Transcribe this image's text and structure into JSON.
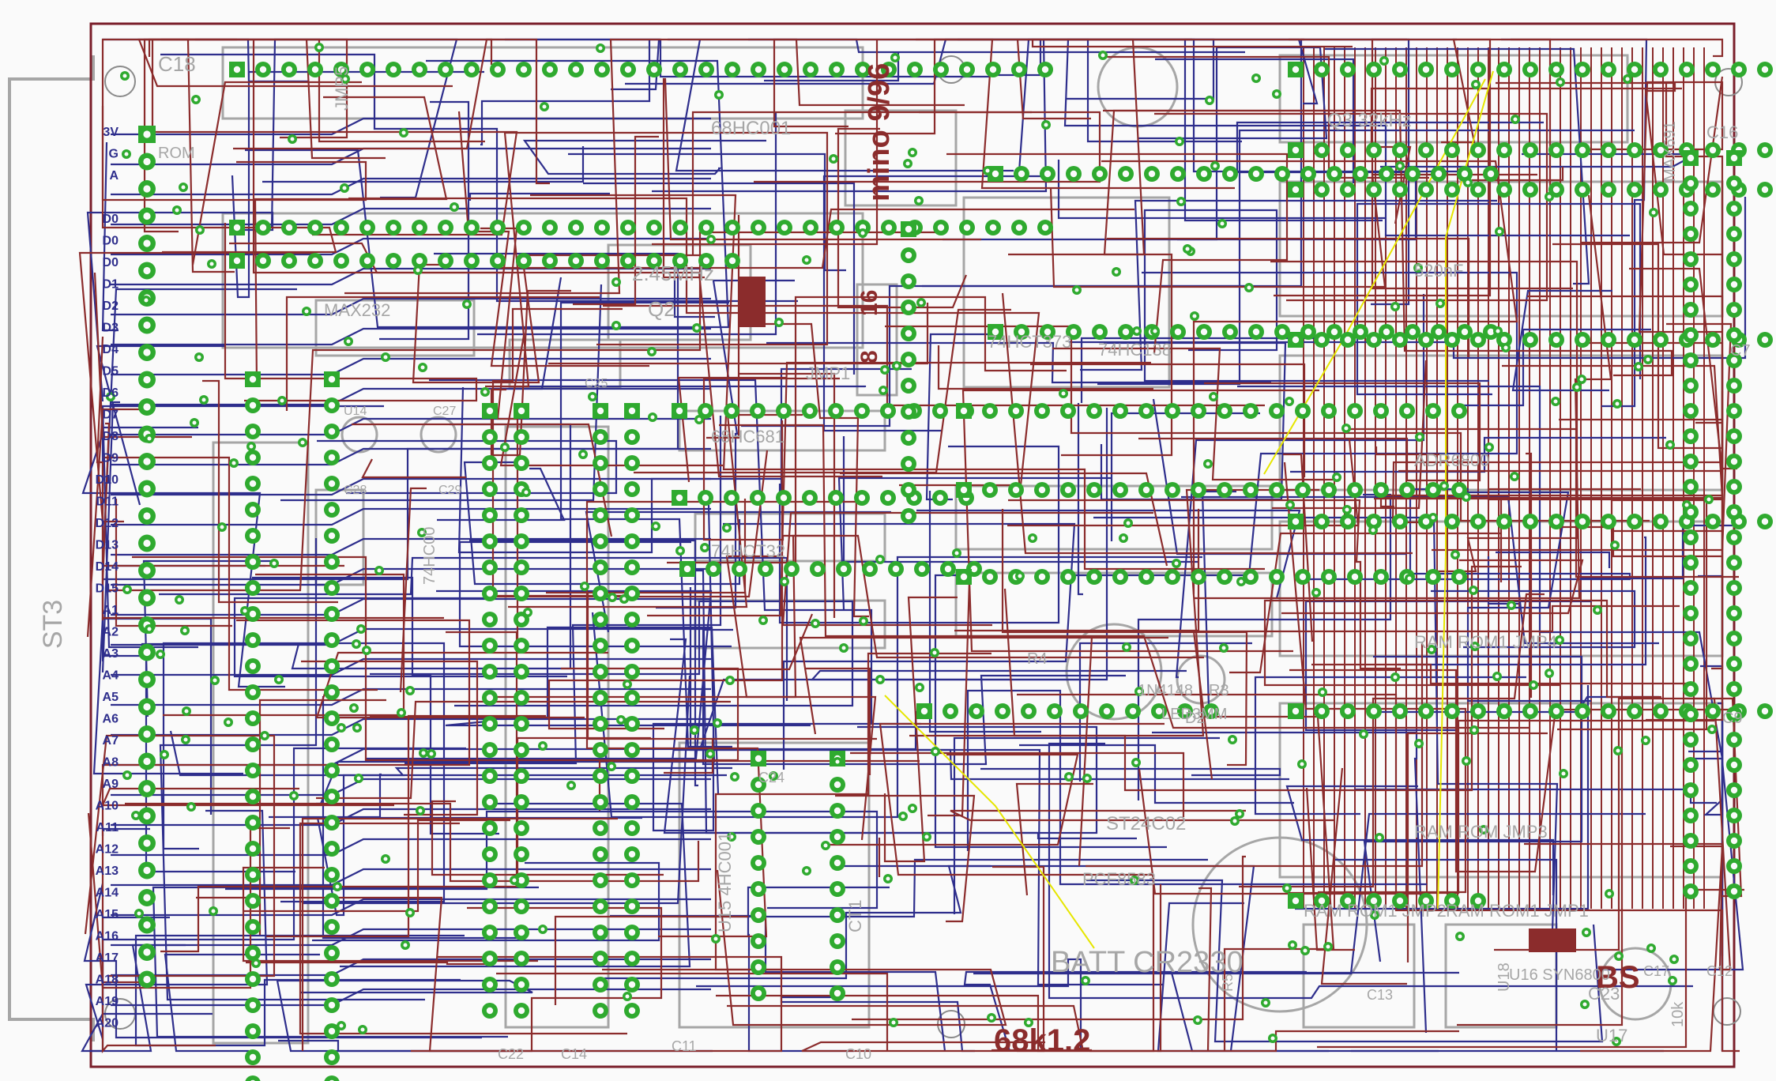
{
  "view": {
    "colors": {
      "background": "#fafafa",
      "board_outline": "#7a1e2a",
      "top_layer": "#8b2c2c",
      "bottom_layer": "#2e2e8c",
      "pad": "#2faa2f",
      "silkscreen": "#a6a6a6",
      "airwire": "#e6e600"
    }
  },
  "connector": {
    "name": "ST3"
  },
  "board": {
    "title": "68k1.2",
    "date_note": "mino 9/96",
    "bit_select": [
      "8",
      "16"
    ],
    "battery": "BATT CR2330",
    "batt_label": "BS"
  },
  "edge_labels": [
    "3V",
    "G",
    "A",
    "",
    "D0",
    "D0",
    "D0",
    "D1",
    "D2",
    "D3",
    "D4",
    "D5",
    "D6",
    "D7",
    "D8",
    "D9",
    "D10",
    "D11",
    "D12",
    "D13",
    "D14",
    "D15",
    "A1",
    "A2",
    "A3",
    "A4",
    "A5",
    "A6",
    "A7",
    "A8",
    "A9",
    "A10",
    "A11",
    "A12",
    "A13",
    "A14",
    "A15",
    "A16",
    "A17",
    "A18",
    "A19",
    "A20"
  ],
  "components": [
    {
      "name": "C18"
    },
    {
      "name": "JMP5"
    },
    {
      "name": "68HC001"
    },
    {
      "name": "2.45MHz"
    },
    {
      "name": "Q2"
    },
    {
      "name": "JMP1"
    },
    {
      "name": "68HC681"
    },
    {
      "name": "MAX232"
    },
    {
      "name": "74HCT32"
    },
    {
      "name": "74HCT373"
    },
    {
      "name": "74HC138"
    },
    {
      "name": "74HC00"
    },
    {
      "name": "U14"
    },
    {
      "name": "C28"
    },
    {
      "name": "C29"
    },
    {
      "name": "C27"
    },
    {
      "name": "C25"
    },
    {
      "name": "C24"
    },
    {
      "name": "C22"
    },
    {
      "name": "C14"
    },
    {
      "name": "C11"
    },
    {
      "name": "C10"
    },
    {
      "name": "C13"
    },
    {
      "name": "C16"
    },
    {
      "name": "C7"
    },
    {
      "name": "C9"
    },
    {
      "name": "C12"
    },
    {
      "name": "C17"
    },
    {
      "name": "C23"
    },
    {
      "name": "CT1"
    },
    {
      "name": "U15 4HC001"
    },
    {
      "name": "U16 SYN6800"
    },
    {
      "name": "U18"
    },
    {
      "name": "U17"
    },
    {
      "name": "Q3 32kHz"
    },
    {
      "name": "520nF"
    },
    {
      "name": "ADR6800"
    },
    {
      "name": "RAM ROM1 JMP4"
    },
    {
      "name": "RAM ROM JMP3"
    },
    {
      "name": "RAM ROM1 JMP2"
    },
    {
      "name": "RAM ROM1 JMP1"
    },
    {
      "name": "ST24C02"
    },
    {
      "name": "PCF8583"
    },
    {
      "name": "D2"
    },
    {
      "name": "1N4148"
    },
    {
      "name": "LED3MM"
    },
    {
      "name": "R3"
    },
    {
      "name": "R4"
    },
    {
      "name": "R5"
    },
    {
      "name": "MAX691"
    },
    {
      "name": "10k"
    },
    {
      "name": "ROM"
    }
  ]
}
